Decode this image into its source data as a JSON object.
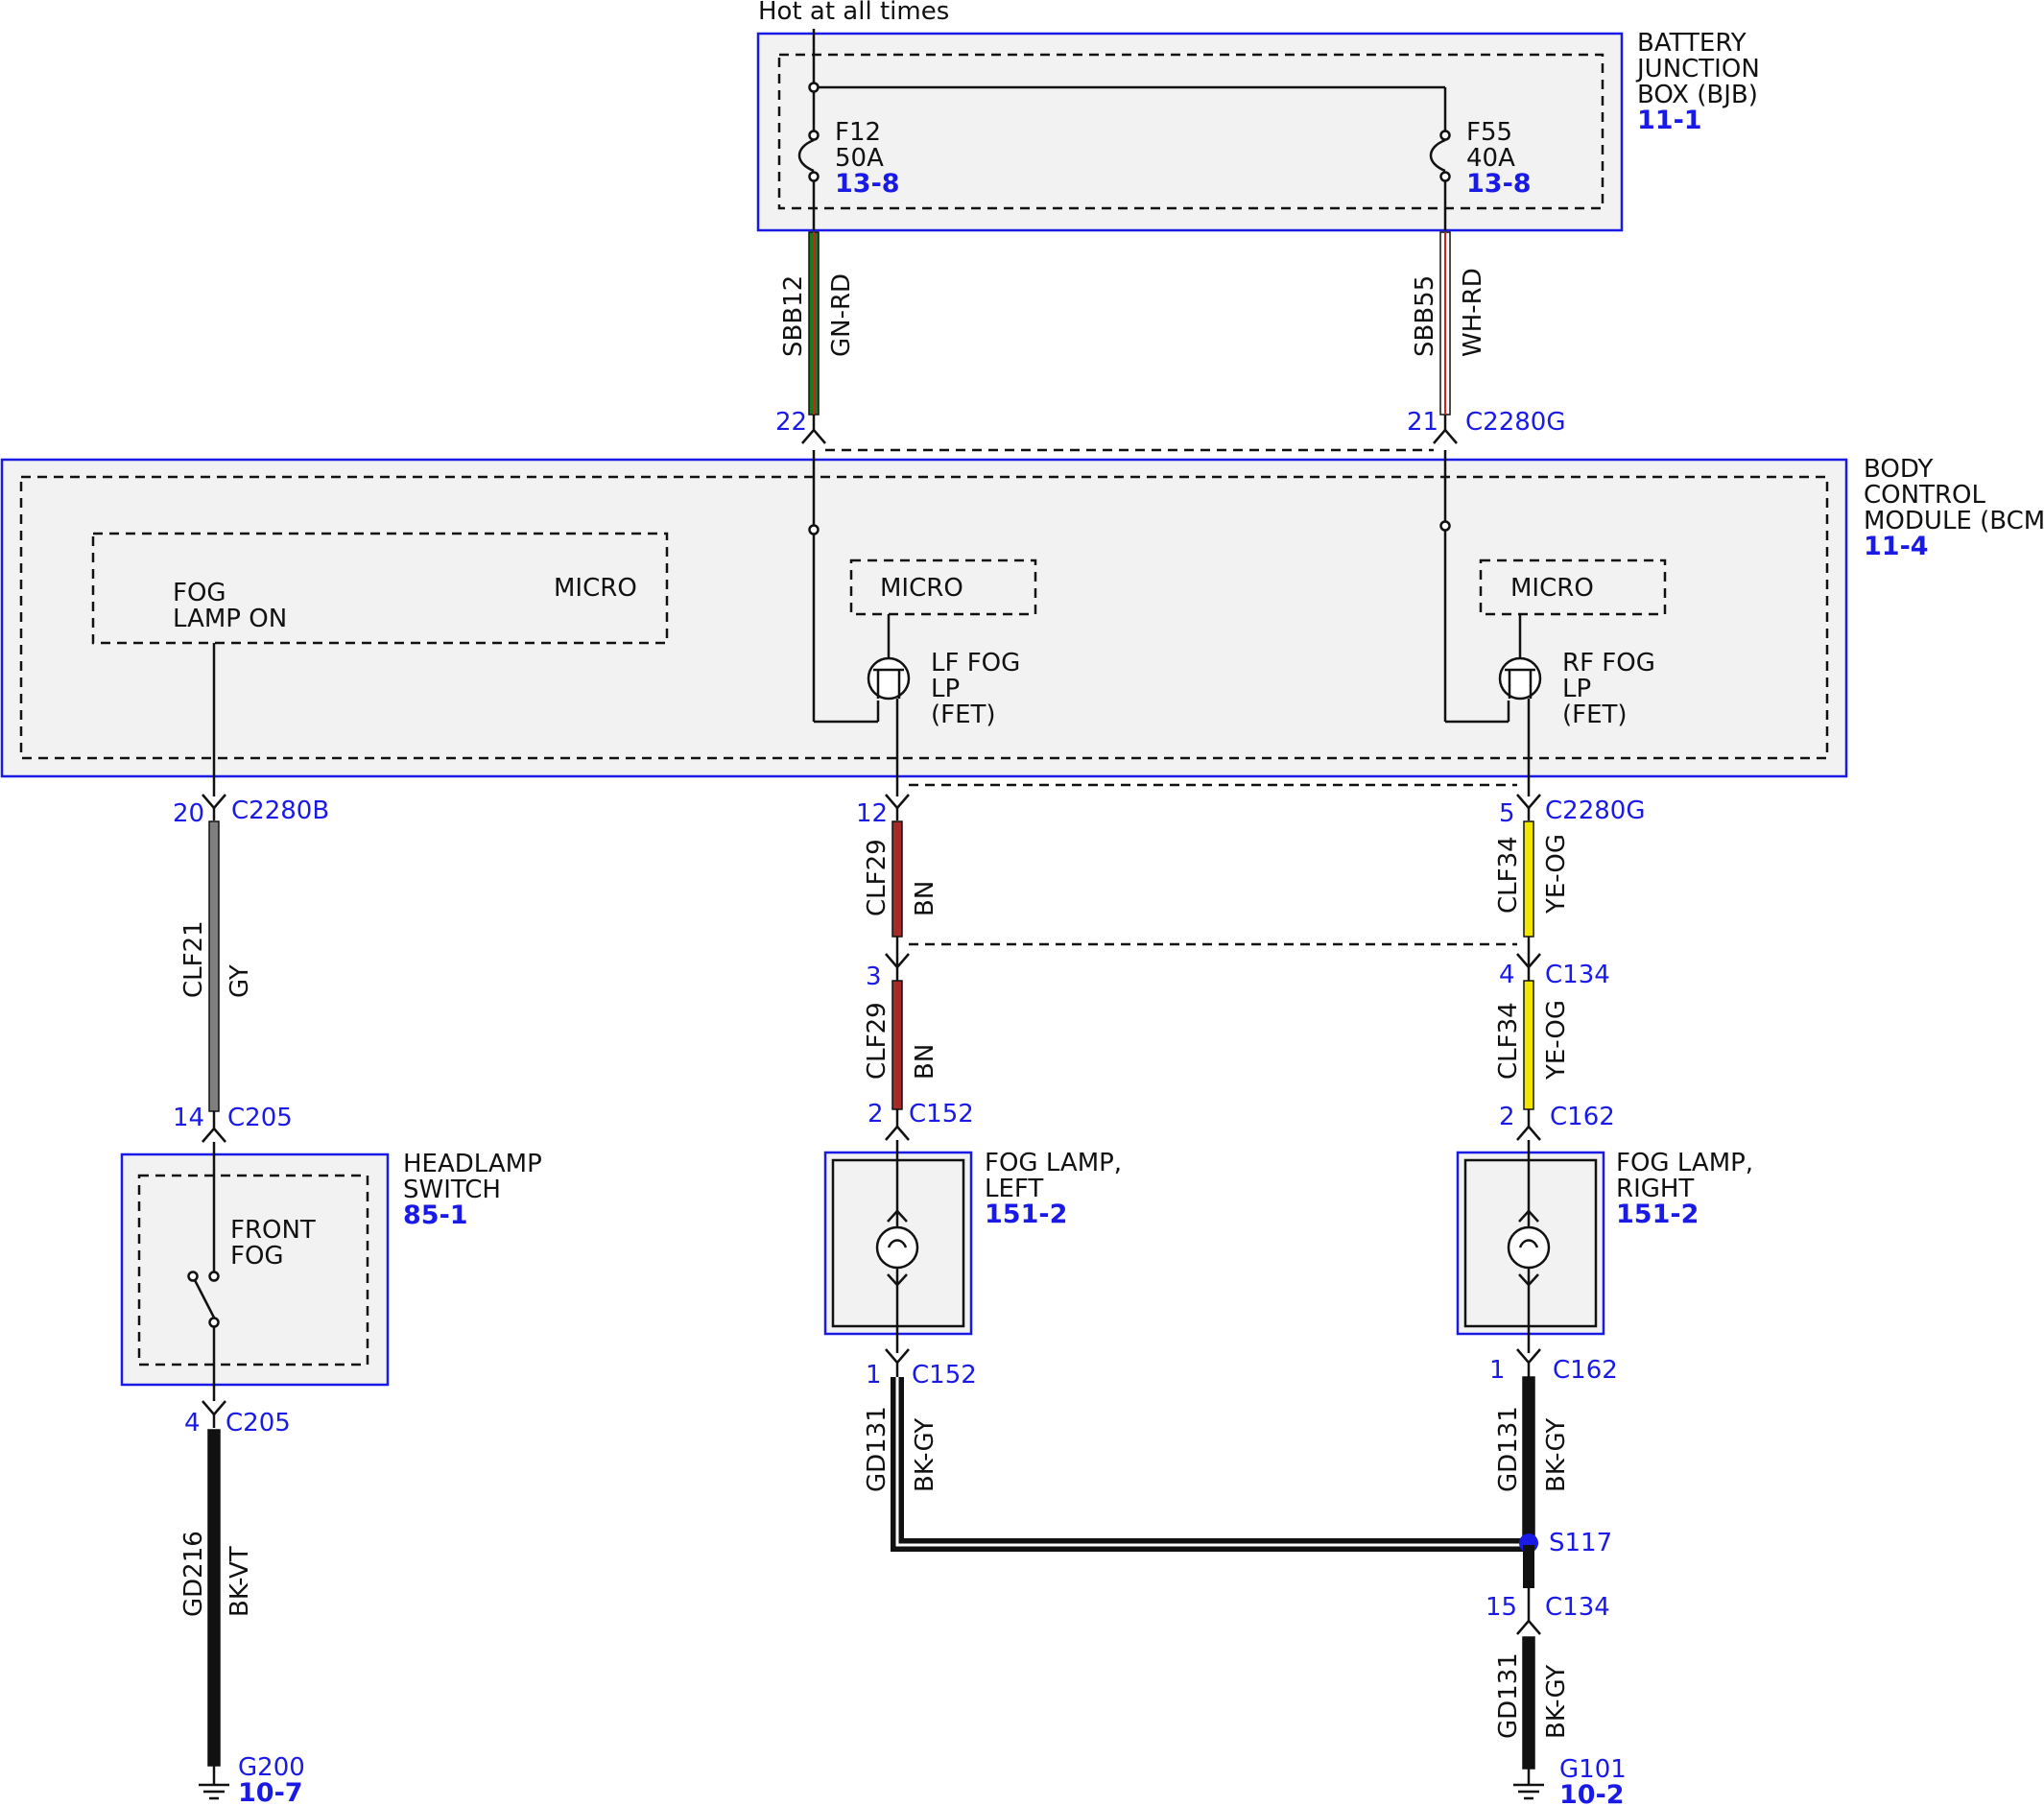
{
  "header": {
    "hot_at_all_times": "Hot at all times"
  },
  "bjb": {
    "name_lines": [
      "BATTERY",
      "JUNCTION",
      "BOX (BJB)"
    ],
    "ref": "11-1",
    "fuses": [
      {
        "id": "F12",
        "rating": "50A",
        "ref": "13-8"
      },
      {
        "id": "F55",
        "rating": "40A",
        "ref": "13-8"
      }
    ]
  },
  "bcm": {
    "name_lines": [
      "BODY",
      "CONTROL",
      "MODULE (BCM)"
    ],
    "ref": "11-4",
    "micro_label": "MICRO",
    "fog_lamp_on_lines": [
      "FOG",
      "LAMP ON"
    ],
    "lf_fet_lines": [
      "LF FOG",
      "LP",
      "(FET)"
    ],
    "rf_fet_lines": [
      "RF FOG",
      "LP",
      "(FET)"
    ]
  },
  "headlamp_switch": {
    "name_lines": [
      "HEADLAMP",
      "SWITCH"
    ],
    "ref": "85-1",
    "inner_lines": [
      "FRONT",
      "FOG"
    ]
  },
  "fog_lamp_left": {
    "name_lines": [
      "FOG LAMP,",
      "LEFT"
    ],
    "ref": "151-2"
  },
  "fog_lamp_right": {
    "name_lines": [
      "FOG LAMP,",
      "RIGHT"
    ],
    "ref": "151-2"
  },
  "wires": [
    {
      "circuit": "SBB12",
      "color_code": "GN-RD",
      "colors": [
        "#1e7a1e",
        "#cc2222"
      ]
    },
    {
      "circuit": "SBB55",
      "color_code": "WH-RD",
      "colors": [
        "#ffffff",
        "#cc2222"
      ]
    },
    {
      "circuit": "CLF21",
      "color_code": "GY",
      "colors": [
        "#7f7f7f"
      ]
    },
    {
      "circuit": "CLF29",
      "color_code": "BN",
      "colors": [
        "#a52a2a"
      ]
    },
    {
      "circuit": "CLF29",
      "color_code": "BN",
      "colors": [
        "#a52a2a"
      ]
    },
    {
      "circuit": "CLF34",
      "color_code": "YE-OG",
      "colors": [
        "#f2e600",
        "#f2e600"
      ]
    },
    {
      "circuit": "CLF34",
      "color_code": "YE-OG",
      "colors": [
        "#f2e600",
        "#f2e600"
      ]
    },
    {
      "circuit": "GD216",
      "color_code": "BK-VT",
      "colors": [
        "#111111"
      ]
    },
    {
      "circuit": "GD131",
      "color_code": "BK-GY",
      "colors": [
        "#111111"
      ]
    },
    {
      "circuit": "GD131",
      "color_code": "BK-GY",
      "colors": [
        "#111111"
      ]
    },
    {
      "circuit": "GD131",
      "color_code": "BK-GY",
      "colors": [
        "#111111"
      ]
    }
  ],
  "connectors": [
    {
      "pin": "22",
      "name": ""
    },
    {
      "pin": "21",
      "name": "C2280G"
    },
    {
      "pin": "20",
      "name": "C2280B"
    },
    {
      "pin": "12",
      "name": ""
    },
    {
      "pin": "5",
      "name": "C2280G"
    },
    {
      "pin": "3",
      "name": ""
    },
    {
      "pin": "4",
      "name": "C134"
    },
    {
      "pin": "14",
      "name": "C205"
    },
    {
      "pin": "2",
      "name": "C152"
    },
    {
      "pin": "2",
      "name": "C162"
    },
    {
      "pin": "4",
      "name": "C205"
    },
    {
      "pin": "1",
      "name": "C152"
    },
    {
      "pin": "1",
      "name": "C162"
    },
    {
      "pin": "15",
      "name": "C134"
    }
  ],
  "splice": {
    "name": "S117"
  },
  "grounds": [
    {
      "name": "G200",
      "ref": "10-7"
    },
    {
      "name": "G101",
      "ref": "10-2"
    }
  ]
}
